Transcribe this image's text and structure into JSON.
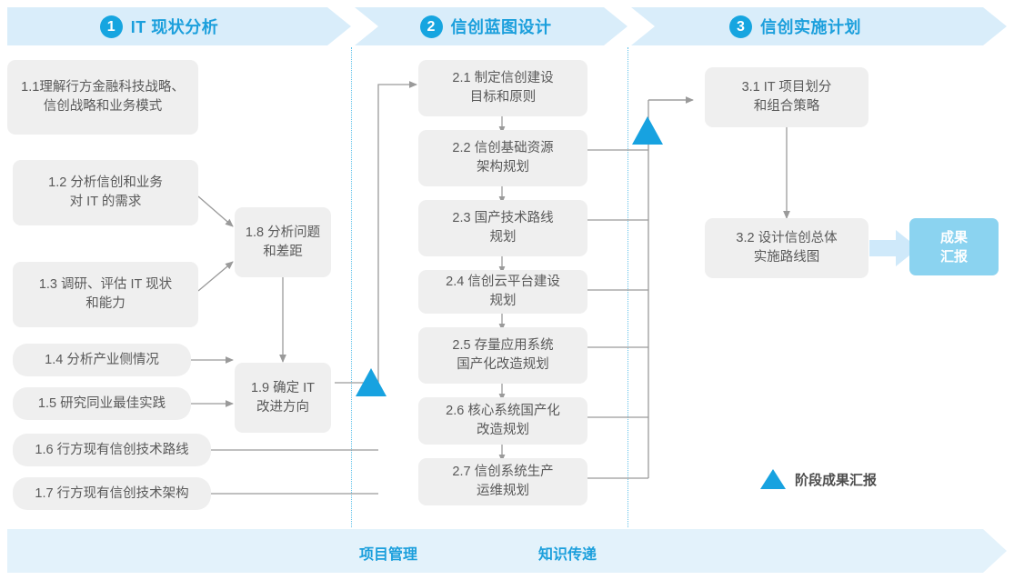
{
  "phases": [
    {
      "number": "1",
      "title": "IT 现状分析"
    },
    {
      "number": "2",
      "title": "信创蓝图设计"
    },
    {
      "number": "3",
      "title": "信创实施计划"
    }
  ],
  "phase1_tasks": [
    {
      "id": "1.1",
      "label": "1.1理解行方金融科技战略、\n信创战略和业务模式"
    },
    {
      "id": "1.2",
      "label": "1.2 分析信创和业务\n对 IT 的需求"
    },
    {
      "id": "1.3",
      "label": "1.3 调研、评估 IT 现状\n和能力"
    },
    {
      "id": "1.4",
      "label": "1.4 分析产业侧情况"
    },
    {
      "id": "1.5",
      "label": "1.5 研究同业最佳实践"
    },
    {
      "id": "1.6",
      "label": "1.6 行方现有信创技术路线"
    },
    {
      "id": "1.7",
      "label": "1.7 行方现有信创技术架构"
    },
    {
      "id": "1.8",
      "label": "1.8 分析问题\n和差距"
    },
    {
      "id": "1.9",
      "label": "1.9 确定 IT\n改进方向"
    }
  ],
  "phase2_tasks": [
    {
      "id": "2.1",
      "label": "2.1 制定信创建设\n目标和原则"
    },
    {
      "id": "2.2",
      "label": "2.2 信创基础资源\n架构规划"
    },
    {
      "id": "2.3",
      "label": "2.3 国产技术路线\n规划"
    },
    {
      "id": "2.4",
      "label": "2.4 信创云平台建设\n规划"
    },
    {
      "id": "2.5",
      "label": "2.5 存量应用系统\n国产化改造规划"
    },
    {
      "id": "2.6",
      "label": "2.6 核心系统国产化\n改造规划"
    },
    {
      "id": "2.7",
      "label": "2.7 信创系统生产\n运维规划"
    }
  ],
  "phase3_tasks": [
    {
      "id": "3.1",
      "label": "3.1 IT 项目划分\n和组合策略"
    },
    {
      "id": "3.2",
      "label": "3.2 设计信创总体\n实施路线图"
    }
  ],
  "result_badge": {
    "label": "成果\n汇报"
  },
  "legend": {
    "marker": "milestone-triangle",
    "label": "阶段成果汇报"
  },
  "footer": {
    "labels": [
      "项目管理",
      "知识传递"
    ]
  },
  "colors": {
    "banner_bg": "#d9edfa",
    "footer_bg": "#e3f2fb",
    "accent_blue": "#1b9fdc",
    "circle_blue": "#16a5e0",
    "box_gray": "#efefef",
    "box_text": "#595959",
    "badge_blue": "#8bd3f0",
    "connector_gray": "#9a9a9a",
    "dash_blue": "#63c3ea"
  }
}
